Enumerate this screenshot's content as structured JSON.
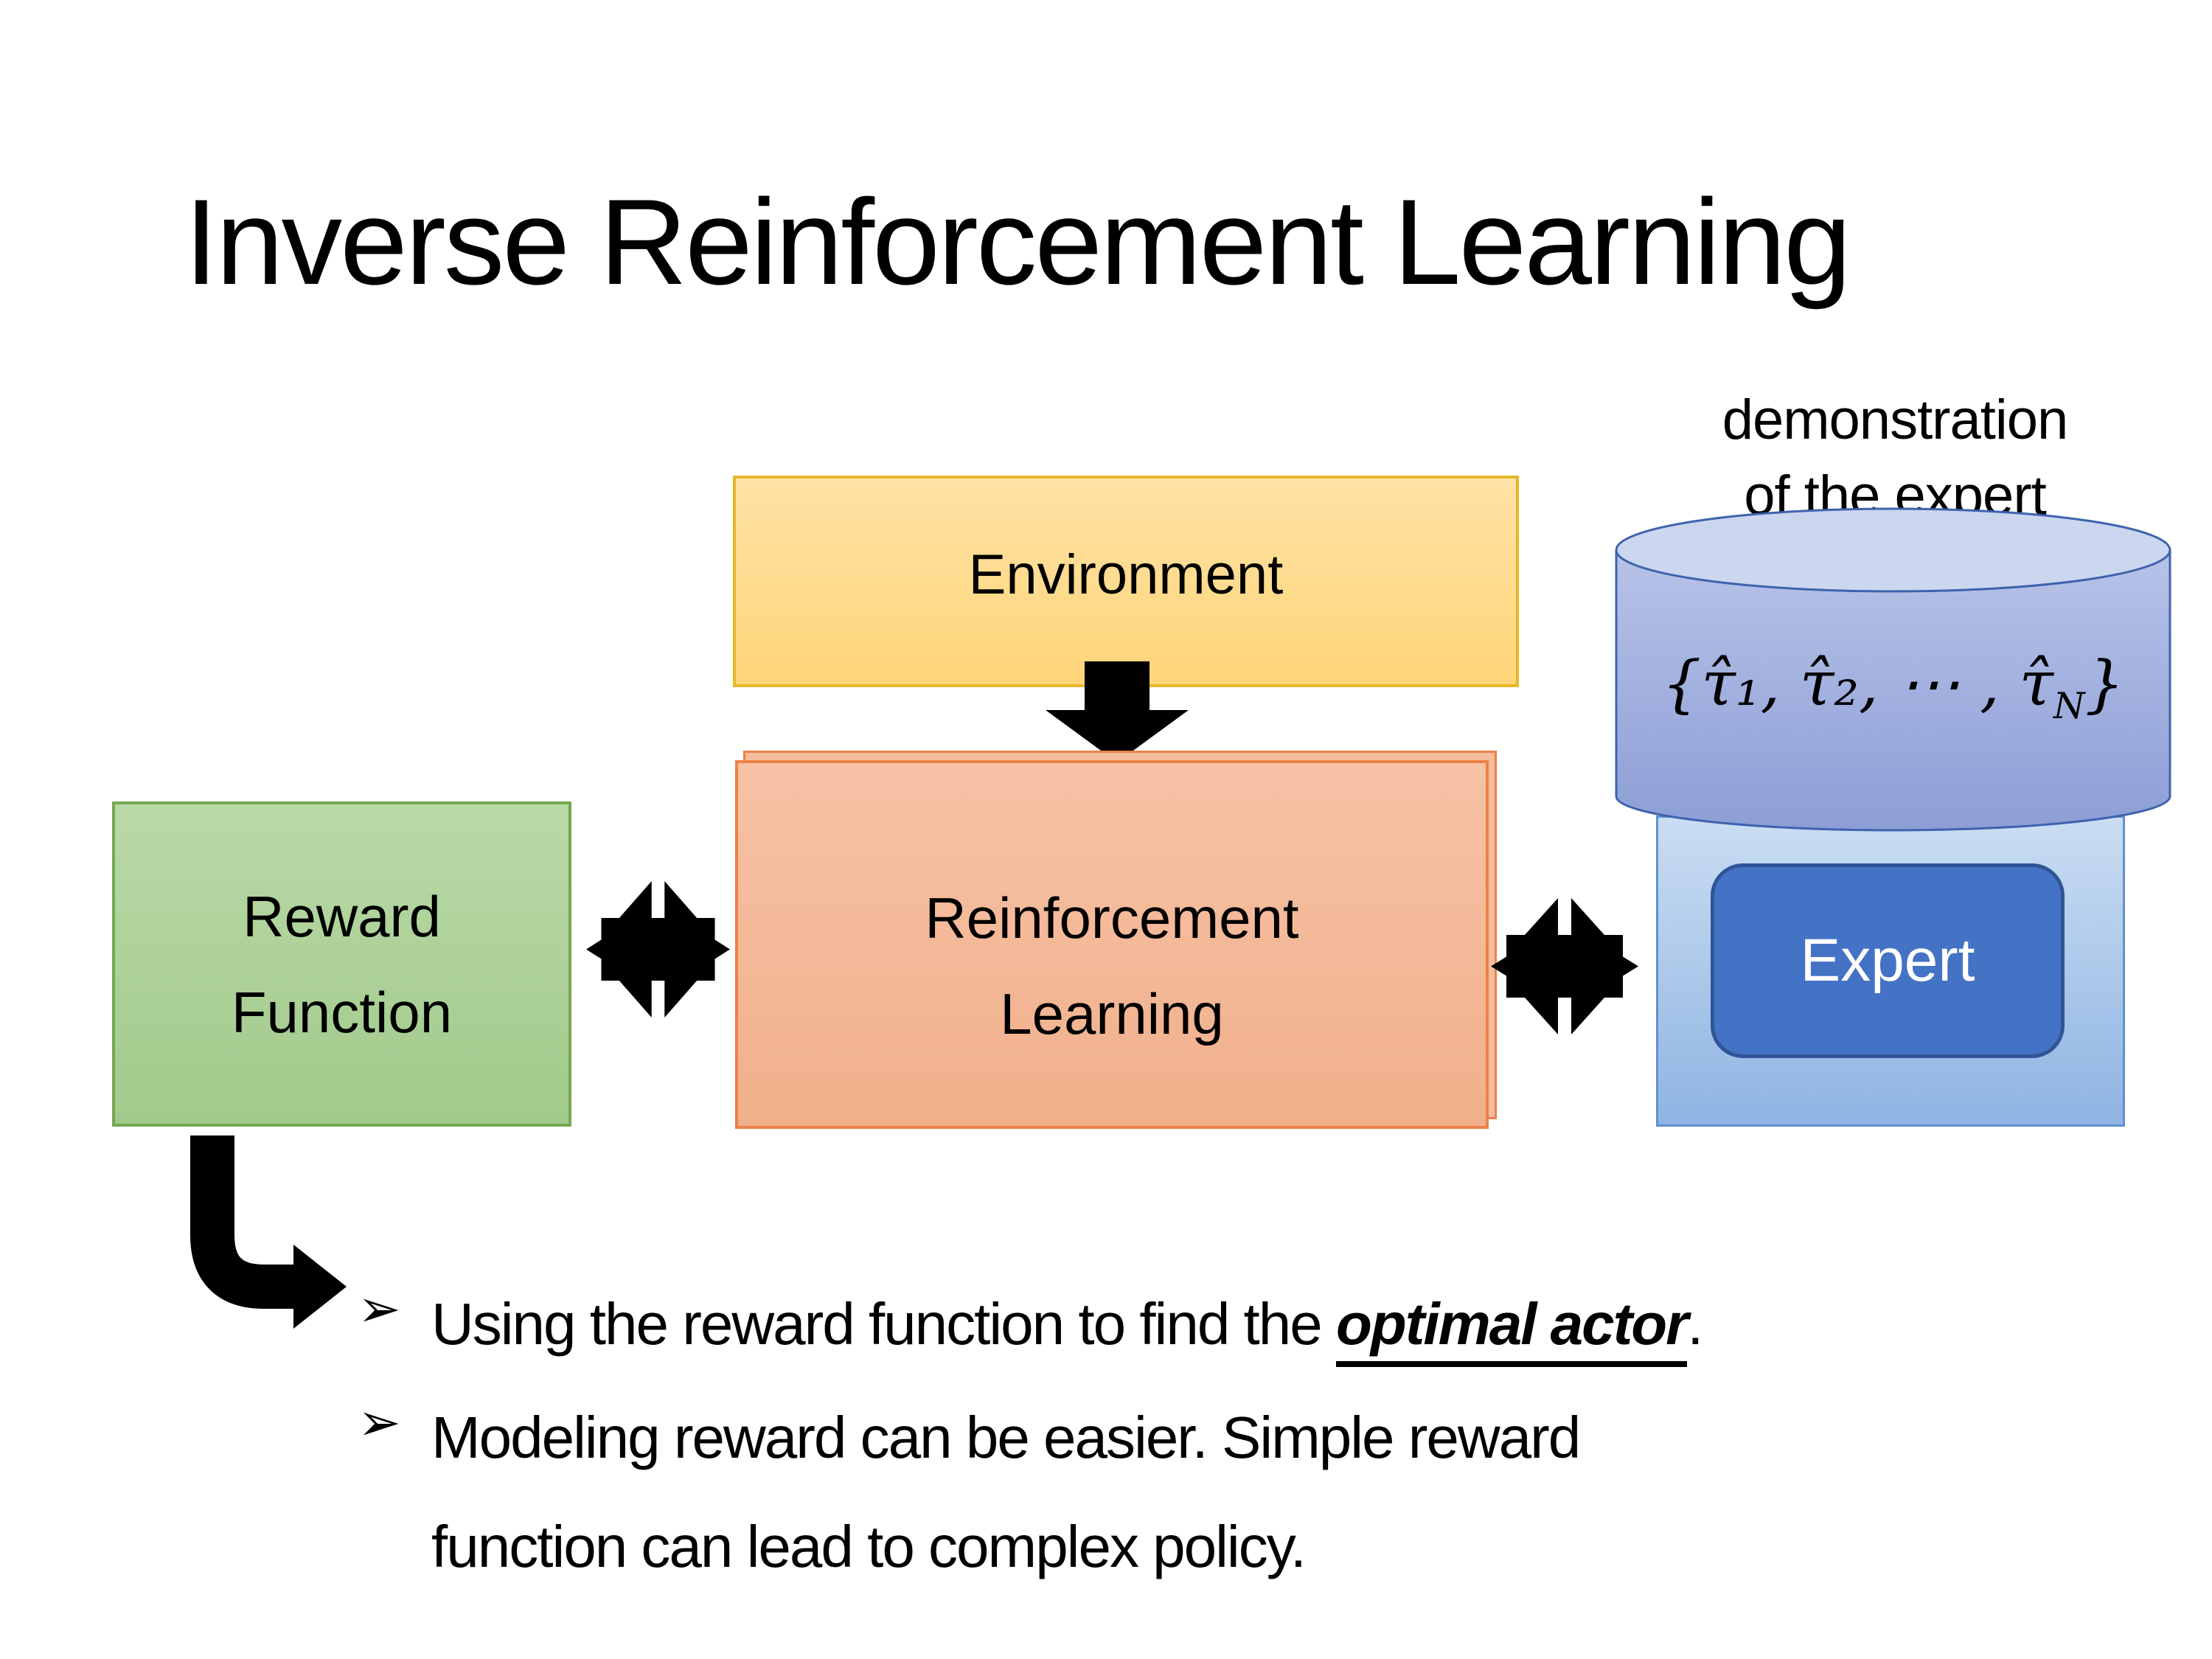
{
  "slide_title": "Inverse Reinforcement Learning",
  "caption": {
    "line1": "demonstration",
    "line2": "of the expert"
  },
  "diagram": {
    "environment": {
      "label": "Environment"
    },
    "reward_function": {
      "line1": "Reward",
      "line2": "Function"
    },
    "reinforcement_learning": {
      "line1": "Reinforcement",
      "line2": "Learning"
    },
    "expert": {
      "label": "Expert"
    },
    "demonstrations": {
      "formula_pre": "{τ̂₁, τ̂₂, ⋯ , τ̂",
      "formula_sub": "N",
      "formula_post": "}"
    },
    "icon_names": {
      "down_arrow": "down-arrow-icon",
      "left_double_arrow": "double-headed-arrow-icon",
      "right_double_arrow": "double-headed-arrow-icon",
      "bent_arrow": "elbow-arrow-icon"
    }
  },
  "bullets": {
    "marker": "➢",
    "item1": {
      "pre": "Using the reward function to find the ",
      "emphasis": "optimal actor",
      "post": "."
    },
    "item2": {
      "line1": "Modeling reward can be easier. Simple reward",
      "line2": "function can lead to complex policy."
    }
  },
  "colors": {
    "background": "#FFFFFF",
    "text": "#000000",
    "arrow": "#000000",
    "environment_fill_top": "#FFE2A6",
    "environment_fill_bottom": "#FFD578",
    "environment_border": "#E5B727",
    "reward_fill_top": "#B9D9A7",
    "reward_fill_bottom": "#A2CA8B",
    "reward_border": "#74A952",
    "rl_fill_top": "#F7C2A6",
    "rl_fill_bottom": "#F0B08B",
    "rl_border": "#EC8147",
    "expert_container_fill_top": "#CADDF2",
    "expert_container_fill_bottom": "#8FB4E2",
    "expert_container_border": "#6290CC",
    "cylinder_top_fill": "#CBD6EF",
    "cylinder_body_top": "#B8C3E8",
    "cylinder_body_bottom": "#8C9ED6",
    "cylinder_border": "#3E63AE",
    "expert_fill": "#4472C4",
    "expert_border": "#2F5597",
    "expert_text": "#FFFFFF"
  }
}
